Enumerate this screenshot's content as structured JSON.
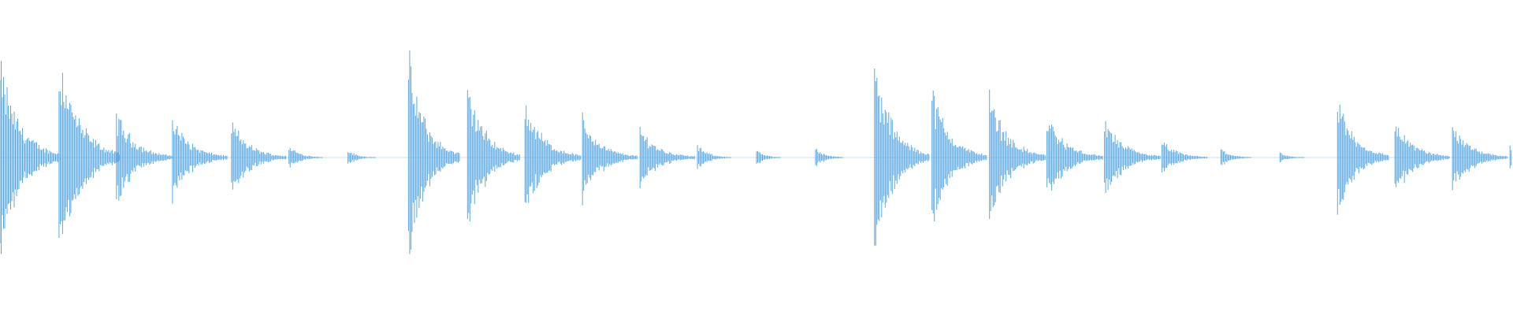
{
  "waveform": {
    "color": "#5aa9e3",
    "background": "#ffffff",
    "hits": [
      {
        "t": 0.0,
        "amp": 0.62,
        "decay": 0.04
      },
      {
        "t": 0.039,
        "amp": 0.7,
        "decay": 0.04
      },
      {
        "t": 0.077,
        "amp": 0.3,
        "decay": 0.037
      },
      {
        "t": 0.114,
        "amp": 0.27,
        "decay": 0.036
      },
      {
        "t": 0.153,
        "amp": 0.24,
        "decay": 0.036
      },
      {
        "t": 0.191,
        "amp": 0.08,
        "decay": 0.022
      },
      {
        "t": 0.23,
        "amp": 0.05,
        "decay": 0.018
      },
      {
        "t": 0.27,
        "amp": 0.65,
        "decay": 0.034
      },
      {
        "t": 0.309,
        "amp": 0.48,
        "decay": 0.035
      },
      {
        "t": 0.347,
        "amp": 0.38,
        "decay": 0.037
      },
      {
        "t": 0.385,
        "amp": 0.27,
        "decay": 0.036
      },
      {
        "t": 0.423,
        "amp": 0.2,
        "decay": 0.036
      },
      {
        "t": 0.461,
        "amp": 0.08,
        "decay": 0.022
      },
      {
        "t": 0.5,
        "amp": 0.05,
        "decay": 0.016
      },
      {
        "t": 0.539,
        "amp": 0.07,
        "decay": 0.018
      },
      {
        "t": 0.578,
        "amp": 0.62,
        "decay": 0.036
      },
      {
        "t": 0.616,
        "amp": 0.45,
        "decay": 0.036
      },
      {
        "t": 0.654,
        "amp": 0.42,
        "decay": 0.037
      },
      {
        "t": 0.692,
        "amp": 0.28,
        "decay": 0.037
      },
      {
        "t": 0.73,
        "amp": 0.25,
        "decay": 0.037
      },
      {
        "t": 0.768,
        "amp": 0.11,
        "decay": 0.03
      },
      {
        "t": 0.807,
        "amp": 0.06,
        "decay": 0.02
      },
      {
        "t": 0.846,
        "amp": 0.03,
        "decay": 0.016
      },
      {
        "t": 0.884,
        "amp": 0.4,
        "decay": 0.034
      },
      {
        "t": 0.922,
        "amp": 0.25,
        "decay": 0.036
      },
      {
        "t": 0.96,
        "amp": 0.23,
        "decay": 0.036
      },
      {
        "t": 0.998,
        "amp": 0.1,
        "decay": 0.01
      }
    ]
  }
}
